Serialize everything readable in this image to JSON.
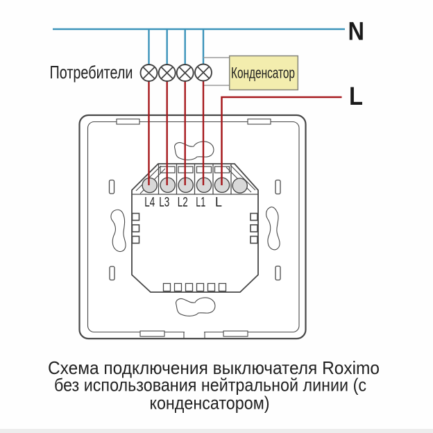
{
  "diagram": {
    "labels": {
      "neutral": "N",
      "live": "L",
      "consumers": "Потребители",
      "capacitor": "Конденсатор"
    },
    "switch_terminals": [
      "L4",
      "L3",
      "L2",
      "L1",
      "L"
    ],
    "caption_lines": [
      "Схема подключения выключателя Roximo",
      "без использования нейтральной линии (с",
      "конденсатором)"
    ],
    "colors": {
      "neutral_wire": "#3b93ba",
      "live_wire": "#a6191d",
      "connector_wire": "#9a9a9a",
      "capacitor_fill": "#f3edae",
      "outline": "#474747"
    }
  }
}
